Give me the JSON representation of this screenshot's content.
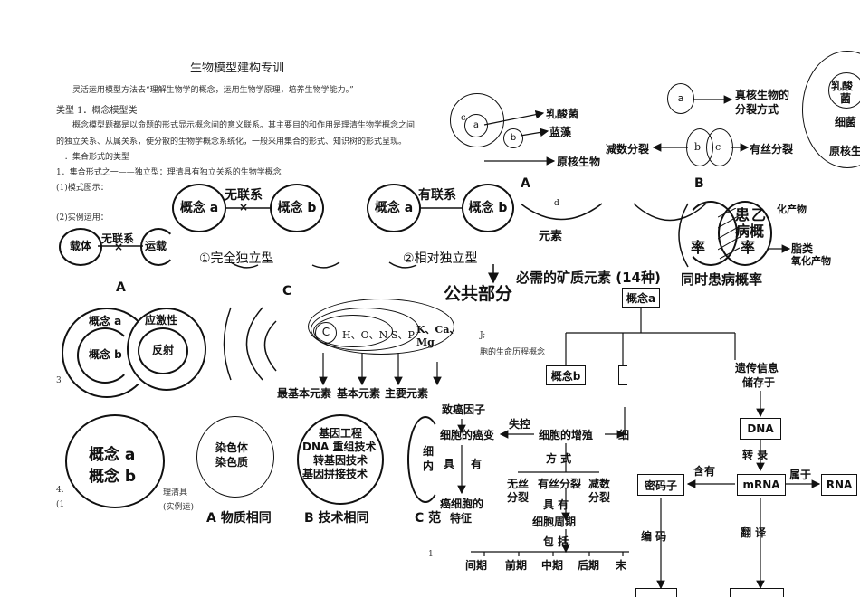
{
  "doc": {
    "title": "生物模型建构专训",
    "intro": "灵活运用模型方法去“理解生物学的概念，运用生物学原理，培养生物学能力。”",
    "type1": "类型 1．概念模型类",
    "para1": "概念模型题都是以命题的形式显示概念间的意义联系。其主要目的和作用是理清生物学概念之间",
    "para2": "的独立关系、从属关系，使分散的生物学概念系统化，一般采用集合的形式、知识树的形式呈现。",
    "section1": "一．集合形式的类型",
    "item1": "1．集合形式之一——独立型：理清具有独立关系的生物学概念",
    "mode": "(1)模式图示：",
    "example": "(2)实例运用：",
    "item4a": "4.",
    "item4b": "理清具",
    "item4c": "(1",
    "item4d": "(实例运)",
    "frag_3": "3",
    "frag_1": "1",
    "frag_j": "J;",
    "frag_life": "胞的生命历程概念"
  },
  "independent": {
    "concept_a": "概念 a",
    "concept_b": "概念 b",
    "no_relation": "无联系",
    "has_relation": "有联系",
    "cross": "×",
    "type1": "①完全独立型",
    "type2": "②相对独立型"
  },
  "carrier": {
    "carrier": "载体",
    "transport": "运载",
    "no_relation": "无联系",
    "cross": "×",
    "label_A": "A",
    "label_C": "C"
  },
  "reflex": {
    "concept_a": "概念 a",
    "concept_b": "概念 b",
    "stress": "应激性",
    "reflex": "反射"
  },
  "elements": {
    "c": "C",
    "hon": "H、O、N",
    "sp": "S、P",
    "kca": "K、Ca、",
    "mg": "Mg",
    "basic_most": "最基本元素",
    "basic": "基本元素",
    "main": "主要元素",
    "mineral": "必需的矿质元素 (14种)",
    "public": "公共部分",
    "yuansu": "元素"
  },
  "bacteria": {
    "c": "c",
    "a": "a",
    "b": "b",
    "lactic": "乳酸菌",
    "blue_algae": "蓝藻",
    "prokaryote": "原核生物",
    "label_A": "A",
    "d": "d"
  },
  "division": {
    "a": "a",
    "b": "b",
    "c": "c",
    "eukaryote_div": "真核生物的",
    "div_method": "分裂方式",
    "meiosis": "减数分裂",
    "mitosis": "有丝分裂",
    "label_B": "B"
  },
  "far_right": {
    "lactic1": "乳酸",
    "lactic2": "菌",
    "bacteria": "细菌",
    "prokaryote": "原核生",
    "oxid1": "化产物",
    "fat": "脂类",
    "oxid2": "氧化产物"
  },
  "disease": {
    "patient": "患",
    "b": "乙",
    "disease": "病概",
    "rate": "率",
    "rate2": "率",
    "prob": "同时患病概率"
  },
  "same": {
    "concept_a": "概念 a",
    "concept_b": "概念 b",
    "chromosome": "染色体",
    "chromatin": "染色质",
    "gene_eng": "基因工程",
    "dna_tech": "DNA 重组技术",
    "transgenic": "转基因技术",
    "splice": "基因拼接技术",
    "cap_a": "A 物质相同",
    "cap_b": "B 技术相同",
    "cap_c": "C 范",
    "frag": "细",
    "frag2": "内"
  },
  "tree": {
    "concept_a": "概念a",
    "concept_b": "概念b",
    "genetic": "遗传信息",
    "stored": "储存于",
    "dna": "DNA",
    "transcribe": "转 录",
    "contain": "含有",
    "belong": "属于",
    "codon": "密码子",
    "mrna": "mRNA",
    "rna": "RNA",
    "encode": "编 码",
    "translate": "翻 译"
  },
  "cell": {
    "cancer_factor": "致癌因子",
    "lose_control": "失控",
    "cancer": "细胞的癌变",
    "proliferation": "细胞的增殖",
    "fen": "细",
    "method": "方 式",
    "have1": "具",
    "have2": "有",
    "amitosis1": "无丝",
    "amitosis2": "分裂",
    "mitosis": "有丝分裂",
    "meiosis1": "减数",
    "meiosis2": "分裂",
    "have3": "具 有",
    "cancer_cell1": "癌细胞的",
    "cancer_cell2": "特征",
    "cycle": "细胞周期",
    "include": "包 括",
    "interphase": "间期",
    "prophase": "前期",
    "metaphase": "中期",
    "anaphase": "后期",
    "telophase": "末"
  }
}
